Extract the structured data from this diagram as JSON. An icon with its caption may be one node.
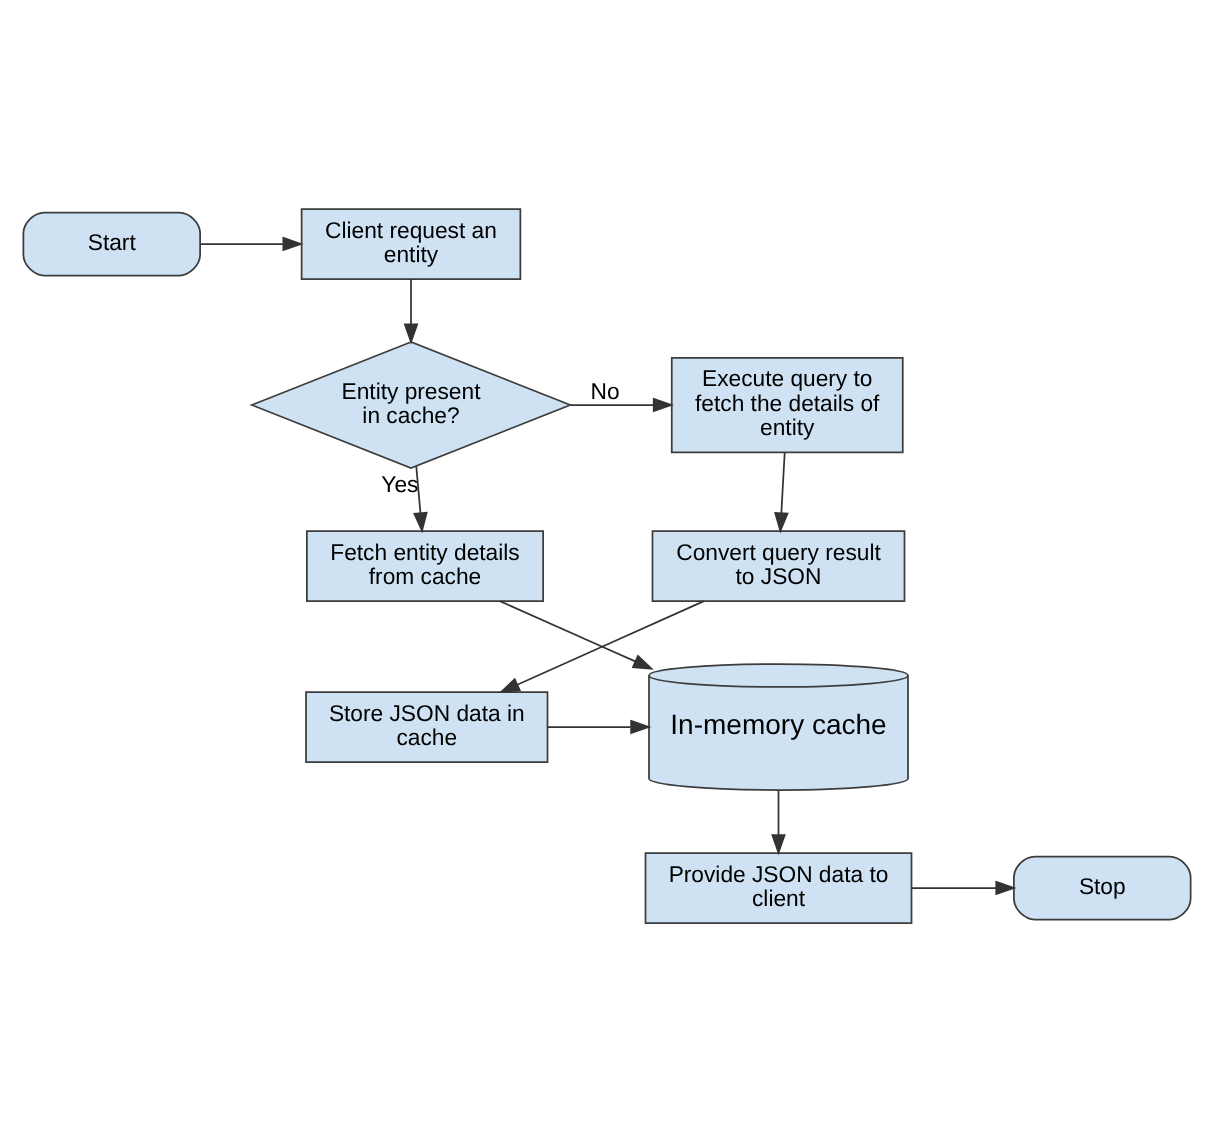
{
  "diagram": {
    "nodes": [
      {
        "text": [
          "Start"
        ]
      },
      {
        "text": [
          "Client request an entity"
        ]
      },
      {
        "text": [
          "Entity present in cache?"
        ]
      },
      {
        "text": [
          "Execute query to fetch the details of entity"
        ]
      },
      {
        "text": [
          "Fetch entity details from cache"
        ]
      },
      {
        "text": [
          "Convert query result to JSON"
        ]
      },
      {
        "text": [
          "In-memory cache"
        ]
      },
      {
        "text": [
          "Store JSON data in cache"
        ]
      },
      {
        "text": [
          "Provide JSON data to client"
        ]
      },
      {
        "text": [
          "Stop"
        ]
      }
    ],
    "edges": [
      {
        "from": 0,
        "to": 1,
        "arrow": "to"
      },
      {
        "from": 1,
        "to": 2,
        "arrow": "to"
      },
      {
        "from": 2,
        "to": 3,
        "arrow": "to",
        "label": "No"
      },
      {
        "from": 2,
        "to": 4,
        "arrow": "to",
        "label": "Yes"
      },
      {
        "from": 3,
        "to": 5,
        "arrow": "to"
      },
      {
        "from": 4,
        "to": 6,
        "arrow": "to"
      },
      {
        "from": 5,
        "to": 7,
        "arrow": "to"
      },
      {
        "from": 7,
        "to": 6,
        "arrow": "to"
      },
      {
        "from": 6,
        "to": 8,
        "arrow": "to"
      },
      {
        "from": 8,
        "to": 9,
        "arrow": "to"
      }
    ]
  }
}
